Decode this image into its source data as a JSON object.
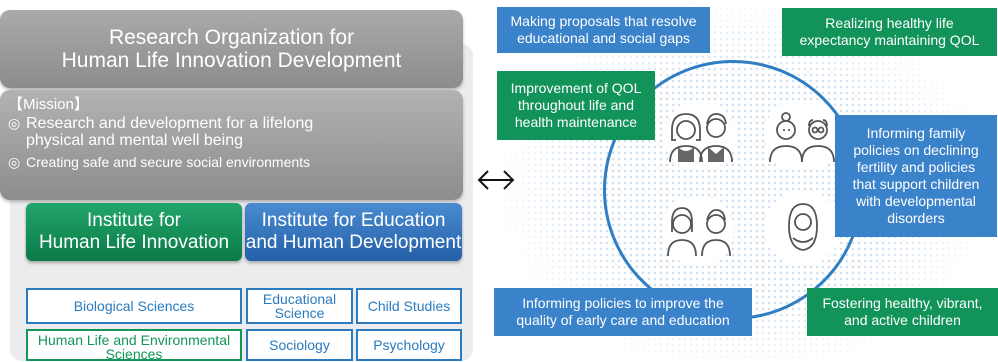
{
  "organization": {
    "title_lines": [
      "Research Organization for",
      "Human Life Innovation Development"
    ],
    "mission": {
      "heading": "【Mission】",
      "bullet_mark": "◎",
      "items": [
        [
          "Research and development for a lifelong",
          "physical and mental well being"
        ],
        [
          "Creating safe and secure social environments"
        ]
      ]
    },
    "institutes": {
      "human_life": [
        "Institute for",
        "Human Life Innovation"
      ],
      "education": [
        "Institute for Education",
        "and Human Development"
      ]
    },
    "departments": {
      "biological_sciences": [
        "Biological Sciences"
      ],
      "human_life_env": [
        "Human Life and Environmental",
        "Sciences"
      ],
      "educational_science": [
        "Educational",
        "Science"
      ],
      "child_studies": [
        "Child Studies"
      ],
      "sociology": [
        "Sociology"
      ],
      "psychology": [
        "Psychology"
      ]
    }
  },
  "connector_symbol": "↔",
  "outcomes": {
    "proposals_gaps": [
      "Making proposals that resolve",
      "educational and social gaps"
    ],
    "healthy_life": [
      "Realizing healthy life",
      "expectancy maintaining QOL"
    ],
    "qol_improvement": [
      "Improvement of QOL",
      "throughout life and",
      "health maintenance"
    ],
    "family_policies": [
      "Informing family",
      "policies on declining",
      "fertility and policies",
      "that support children",
      "with developmental",
      "disorders"
    ],
    "early_care": [
      "Informing policies to improve the",
      "quality of early care and education"
    ],
    "healthy_children": [
      "Fostering healthy, vibrant,",
      "and active children"
    ]
  },
  "colors": {
    "green": "#12935a",
    "blue": "#3a82c9",
    "gray": "#9a9a9a",
    "icon_stroke": "#555555"
  },
  "icons": [
    "young-couple-icon",
    "elderly-couple-icon",
    "children-icon",
    "baby-icon"
  ]
}
